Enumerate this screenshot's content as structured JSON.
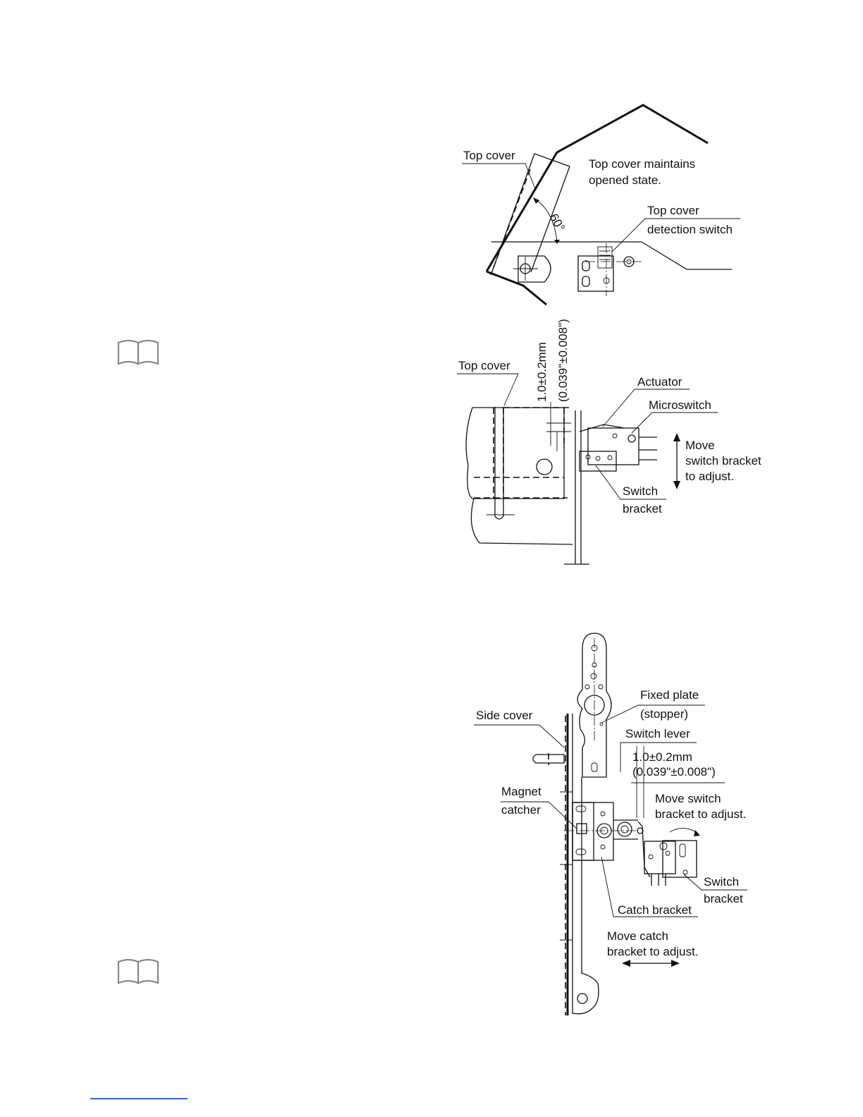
{
  "figure1": {
    "top_cover": "Top cover",
    "maintains_1": "Top cover maintains",
    "maintains_2": "opened state.",
    "angle": "60°",
    "detect_1": "Top cover",
    "detect_2": "detection switch"
  },
  "figure2": {
    "top_cover": "Top cover",
    "gap_mm": "1.0±0.2mm",
    "gap_in": "(0.039\"±0.008\")",
    "actuator": "Actuator",
    "microswitch": "Microswitch",
    "move_1": "Move",
    "move_2": "switch bracket",
    "move_3": "to adjust.",
    "switch_1": "Switch",
    "switch_2": "bracket"
  },
  "figure3": {
    "fixed_1": "Fixed plate",
    "fixed_2": "(stopper)",
    "side_cover": "Side cover",
    "switch_lever": "Switch lever",
    "gap_mm": "1.0±0.2mm",
    "gap_in": "(0.039\"±0.008\")",
    "magnet_1": "Magnet",
    "magnet_2": "catcher",
    "move_sw_1": "Move switch",
    "move_sw_2": "bracket to adjust.",
    "switch_1": "Switch",
    "switch_2": "bracket",
    "catch_bracket": "Catch bracket",
    "move_catch_1": "Move catch",
    "move_catch_2": "bracket to adjust."
  },
  "icons": {
    "note_icon_1": "book-icon",
    "note_icon_2": "book-icon"
  }
}
